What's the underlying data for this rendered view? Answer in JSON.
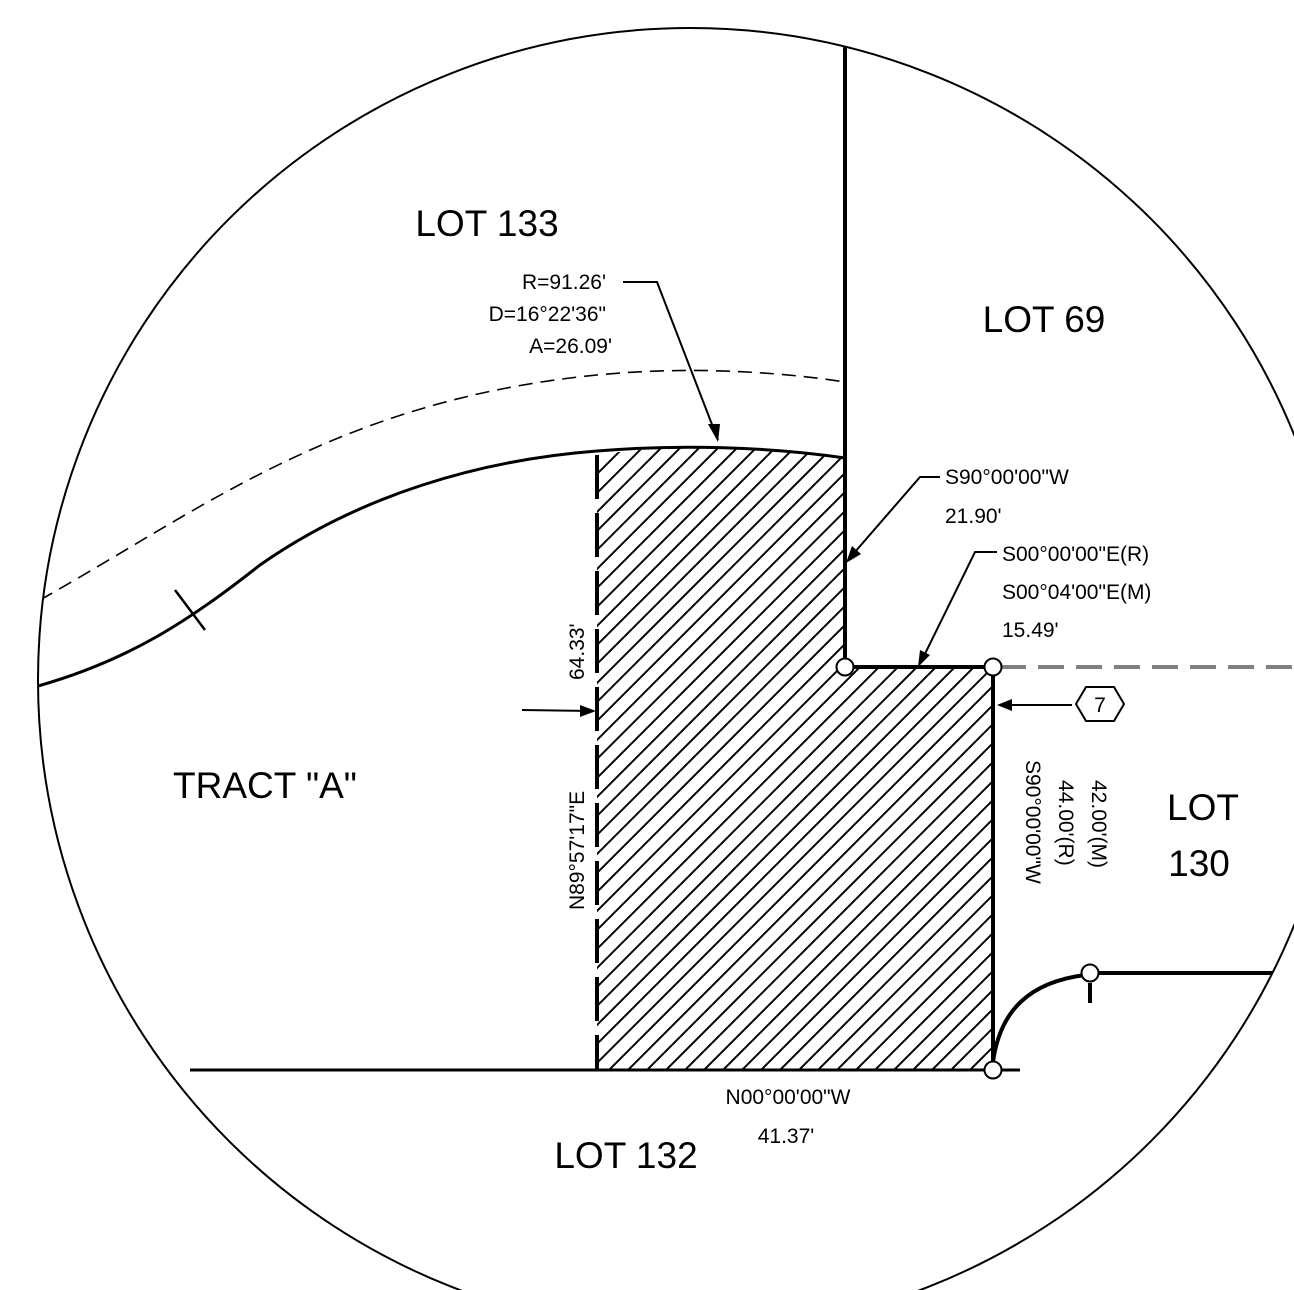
{
  "labels": {
    "lot_133": "LOT 133",
    "lot_69": "LOT 69",
    "tract_a": "TRACT \"A\"",
    "lot_130_line1": "LOT",
    "lot_130_line2": "130",
    "lot_132": "LOT 132"
  },
  "curve": {
    "radius": "R=91.26'",
    "delta": "D=16°22'36\"",
    "arc": "A=26.09'"
  },
  "calls": {
    "north_bearing": "S90°00'00\"W",
    "north_distance": "21.90'",
    "step_bearing_record": "S00°00'00\"E(R)",
    "step_bearing_measured": "S00°04'00\"E(M)",
    "step_distance": "15.49'",
    "east_bearing": "S90°00'00\"W",
    "east_distance_record": "44.00'(R)",
    "east_distance_measured": "42.00'(M)",
    "west_distance": "64.33'",
    "west_bearing": "N89°57'17\"E",
    "south_bearing": "N00°00'00\"W",
    "south_distance": "41.37'"
  },
  "callout": {
    "tag": "7"
  },
  "colors": {
    "ink": "#000000",
    "dash_gray": "#808080",
    "paper": "#ffffff"
  }
}
